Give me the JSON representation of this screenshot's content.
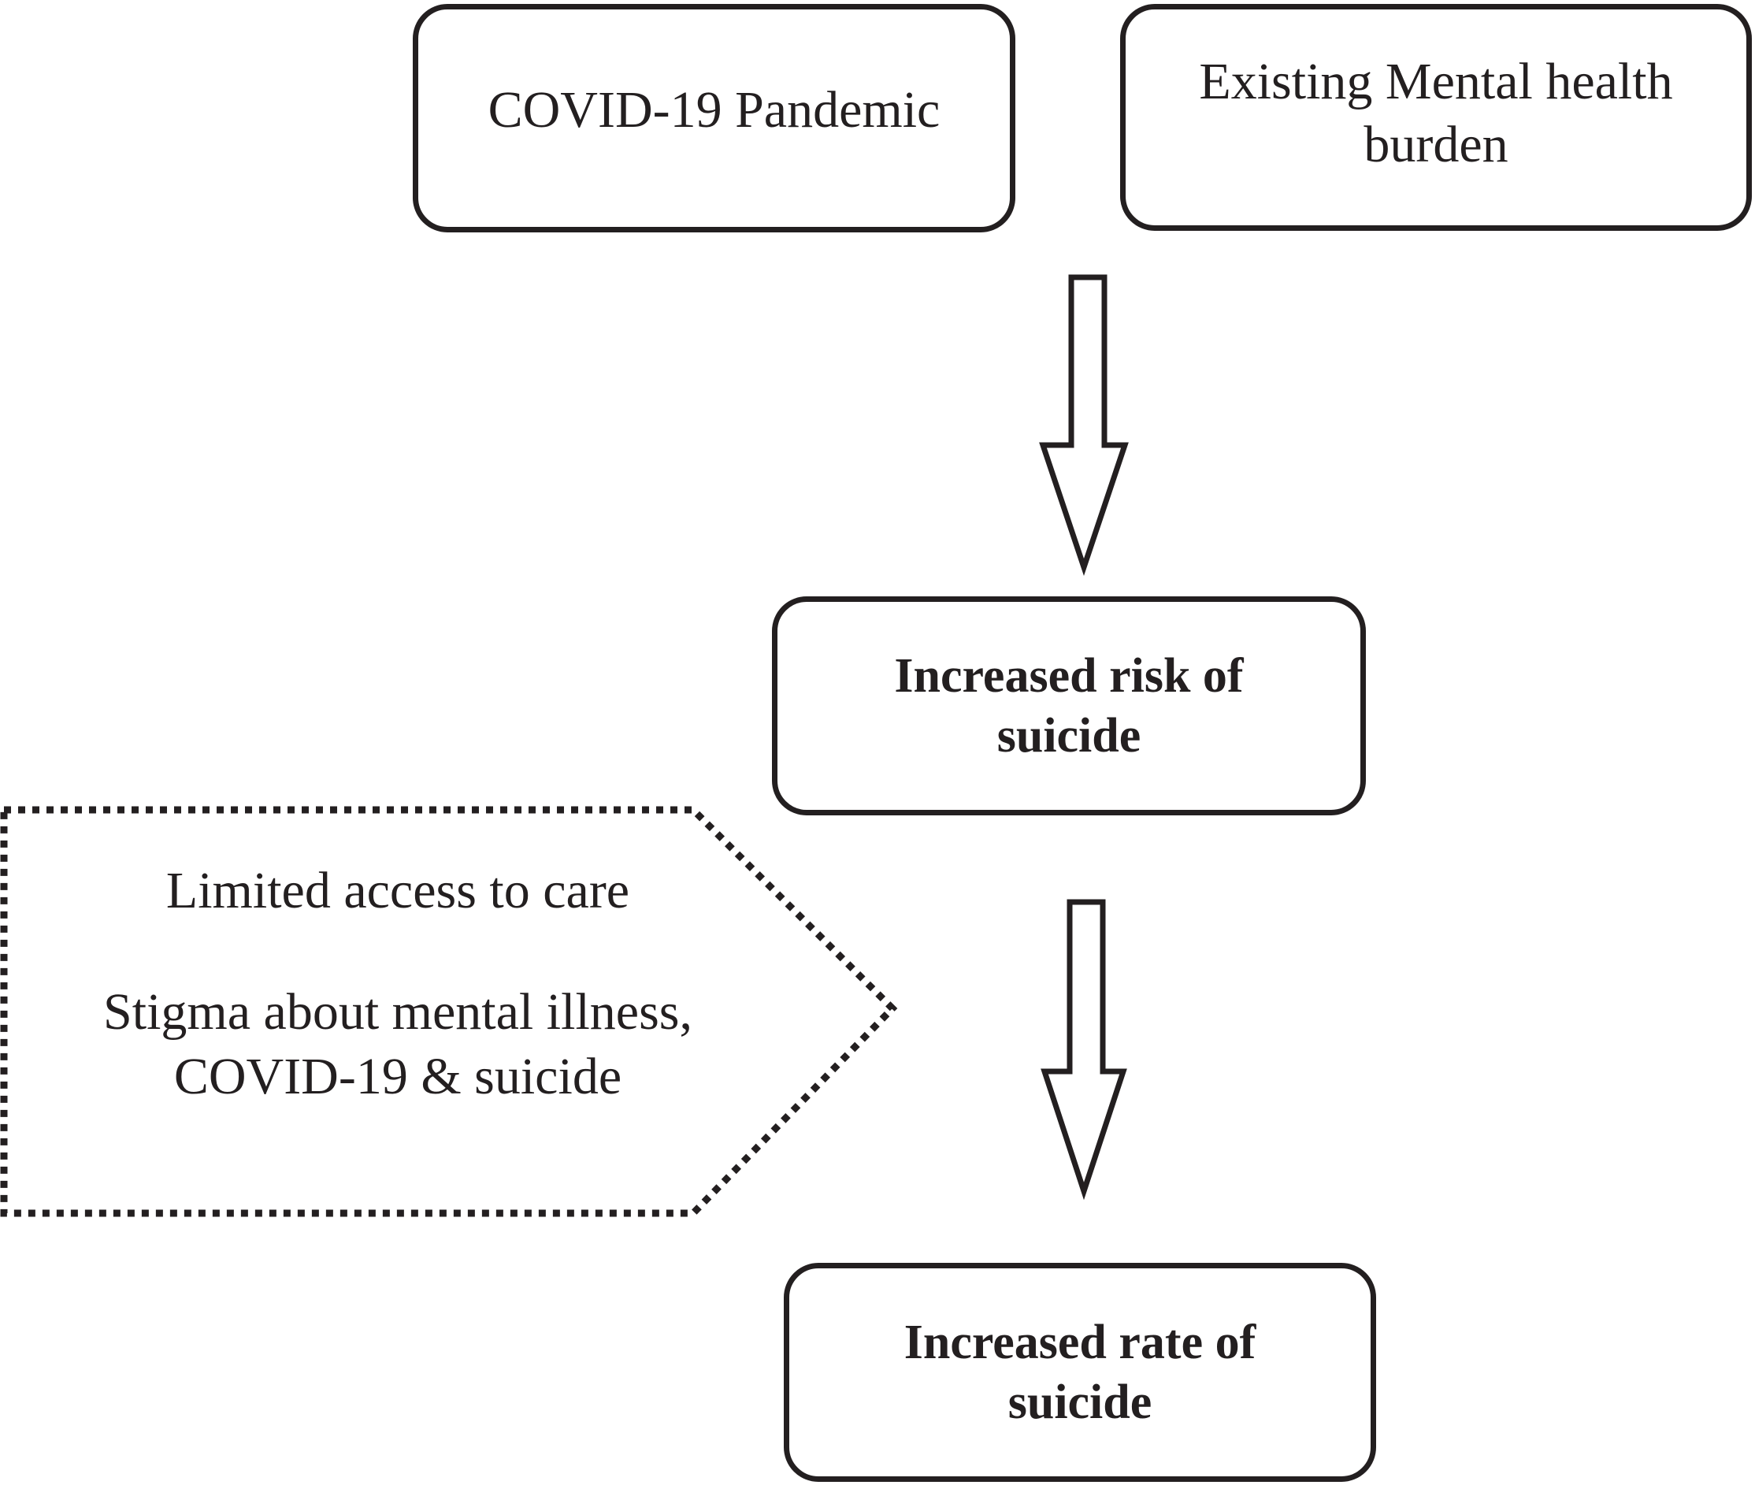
{
  "nodes": {
    "pandemic": {
      "lines": [
        "COVID-19 Pandemic"
      ]
    },
    "mental_health_burden": {
      "lines": [
        "Existing Mental health",
        "burden"
      ]
    },
    "risk": {
      "lines": [
        "Increased risk of",
        "suicide"
      ]
    },
    "rate": {
      "lines": [
        "Increased rate of",
        "suicide"
      ]
    },
    "factors": {
      "item1": [
        "Limited access to care"
      ],
      "item2": [
        "Stigma about mental illness,",
        "COVID-19 & suicide"
      ]
    }
  },
  "edges": [
    {
      "from": "mental_health_burden",
      "to": "risk"
    },
    {
      "from": "risk",
      "to": "rate"
    }
  ]
}
